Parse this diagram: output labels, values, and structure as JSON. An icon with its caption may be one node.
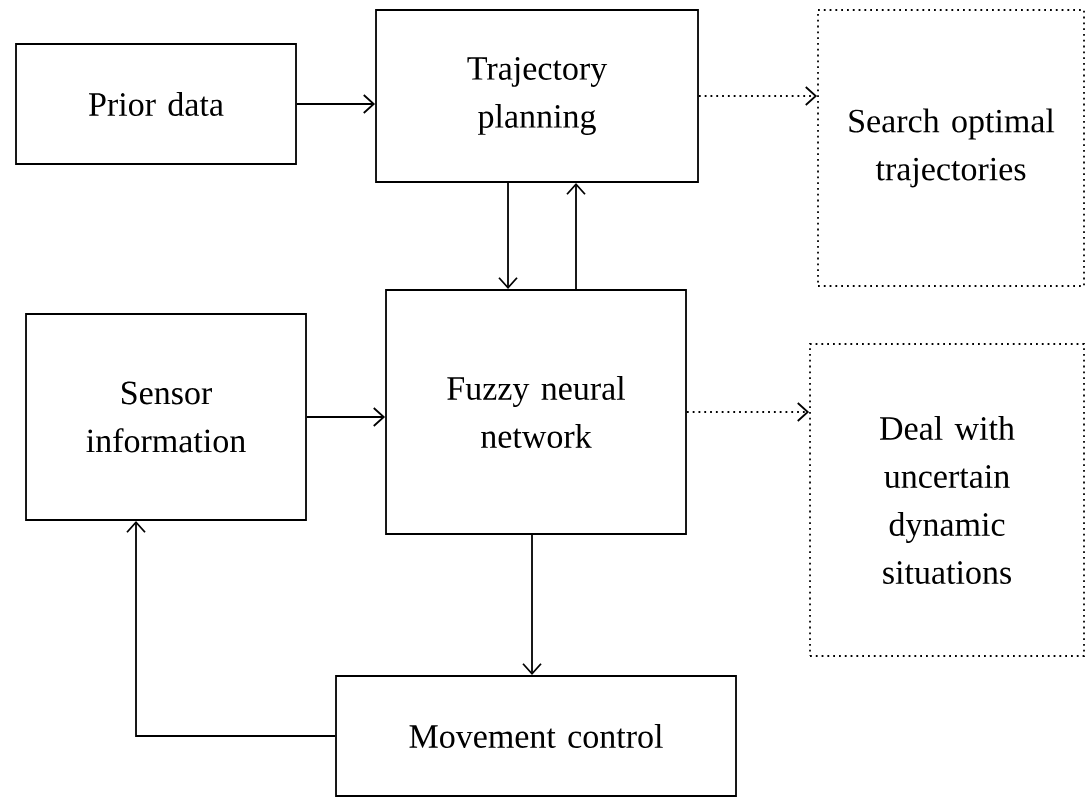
{
  "diagram": {
    "nodes": [
      {
        "text": [
          "Prior data"
        ]
      },
      {
        "text": [
          "Trajectory planning"
        ]
      },
      {
        "text": [
          "Search optimal trajectories"
        ]
      },
      {
        "text": [
          "Sensor information"
        ]
      },
      {
        "text": [
          "Fuzzy neural network"
        ]
      },
      {
        "text": [
          "Deal with uncertain dynamic situations"
        ]
      },
      {
        "text": [
          "Movement control"
        ]
      }
    ],
    "edges": [
      {
        "from": 0,
        "to": 1,
        "arrow": "to"
      },
      {
        "from": 1,
        "to": 2,
        "arrow": "to",
        "style": "dashed"
      },
      {
        "from": 1,
        "to": 4,
        "arrow": "to"
      },
      {
        "from": 4,
        "to": 1,
        "arrow": "to"
      },
      {
        "from": 3,
        "to": 4,
        "arrow": "to"
      },
      {
        "from": 4,
        "to": 5,
        "arrow": "to",
        "style": "dashed"
      },
      {
        "from": 4,
        "to": 6,
        "arrow": "to"
      },
      {
        "from": 6,
        "to": 3,
        "arrow": "to"
      }
    ]
  }
}
